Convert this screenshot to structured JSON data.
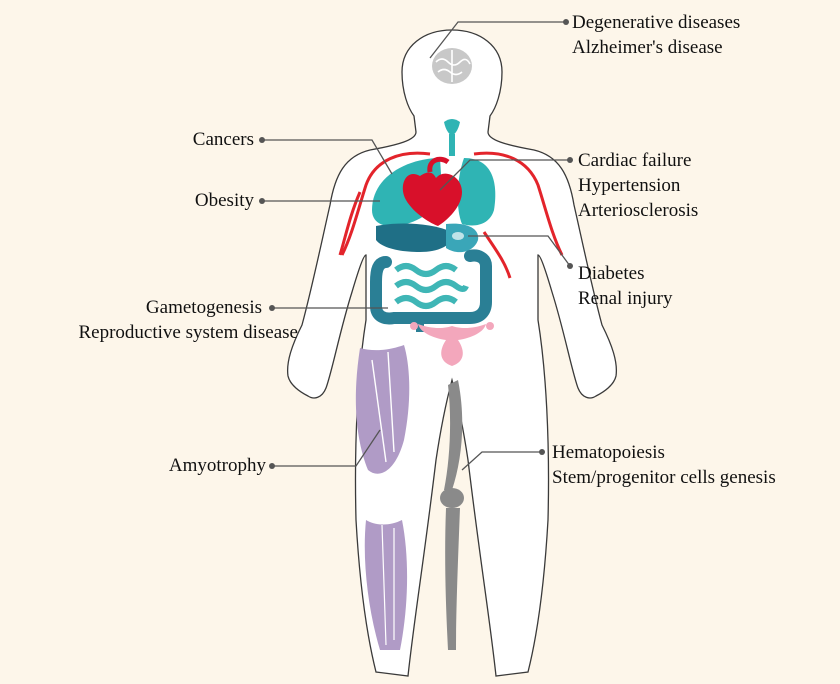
{
  "labels": {
    "brain": [
      "Degenerative diseases",
      "Alzheimer's disease"
    ],
    "cancers": [
      "Cancers"
    ],
    "obesity": [
      "Obesity"
    ],
    "heart": [
      "Cardiac failure",
      "Hypertension",
      "Arteriosclerosis"
    ],
    "kidney": [
      "Diabetes",
      "Renal injury"
    ],
    "reproductive": [
      "Gametogenesis",
      "Reproductive system disease"
    ],
    "muscle": [
      "Amyotrophy"
    ],
    "bone": [
      "Hematopoiesis",
      "Stem/progenitor cells genesis"
    ]
  },
  "colors": {
    "background": "#fdf6ea",
    "body_fill": "#ffffff",
    "outline": "#3a3a3a",
    "leader": "#555555",
    "brain": "#c8c8c8",
    "organ_teal": "#2fb4b4",
    "intestine": "#2a7f95",
    "heart": "#d8102a",
    "artery": "#e3242b",
    "uterus": "#f3a7bc",
    "muscle": "#b09bc6",
    "bone": "#8a8a8a"
  }
}
